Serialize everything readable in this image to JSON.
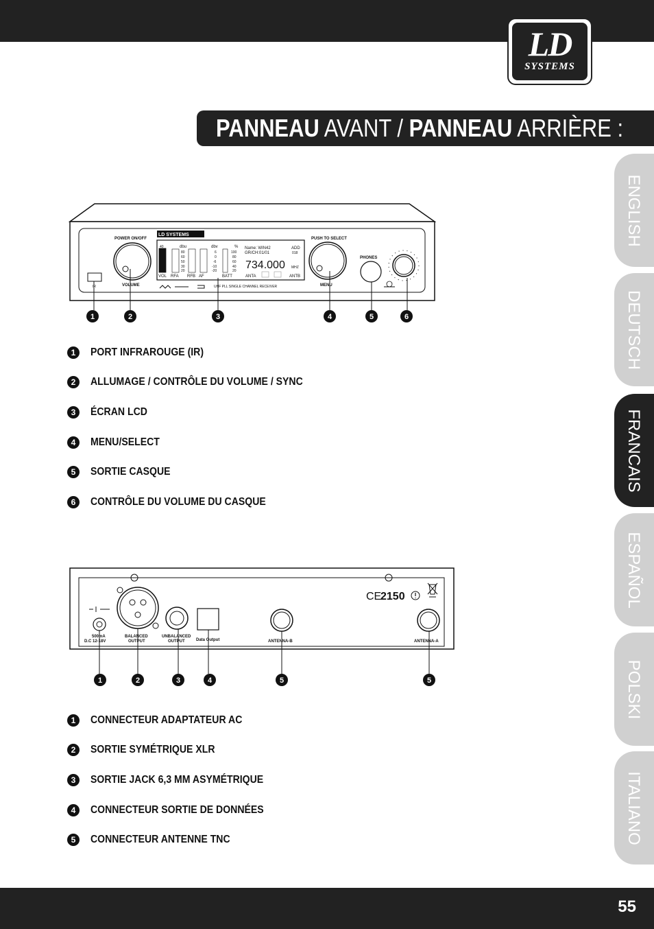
{
  "brand": {
    "logo_main": "LD",
    "logo_sub": "SYSTEMS"
  },
  "title": {
    "bold1": "PANNEAU",
    "light1": " AVANT / ",
    "bold2": "PANNEAU",
    "light2": " ARRIÈRE :"
  },
  "tabs": [
    {
      "label": "ENGLISH",
      "active": false
    },
    {
      "label": "DEUTSCH",
      "active": false
    },
    {
      "label": "FRANCAIS",
      "active": true
    },
    {
      "label": "ESPAÑOL",
      "active": false
    },
    {
      "label": "POLSKI",
      "active": false
    },
    {
      "label": "ITALIANO",
      "active": false
    }
  ],
  "front_panel": {
    "power_label": "POWER ON/OFF",
    "volume_label": "VOLUME",
    "ir_label": "IR",
    "push_label": "PUSH TO SELECT",
    "menu_label": "MENU",
    "phones_label": "PHONES",
    "brand_badge": "LD SYSTEMS",
    "lcd": {
      "meter_top": "40",
      "dbu": "dbu",
      "dbv": "dbv",
      "pct": "%",
      "dbv_ticks": [
        "6",
        "0",
        "-6",
        "-10",
        "-20"
      ],
      "pct_ticks": [
        "100",
        "80",
        "60",
        "40",
        "20"
      ],
      "dbu_ticks": [
        "80",
        "60",
        "50",
        "30",
        "20"
      ],
      "name": "Name: WIN42",
      "grch": "GR/CH:01/01",
      "add": "ADD",
      "add_val": "018",
      "freq": "734.000",
      "unit": "MHZ",
      "vol": "VOL",
      "rfa": "RFA",
      "rfb": "RFB",
      "af": "AF",
      "batt": "BATT",
      "anta": "ANTA",
      "antb": "ANTB"
    },
    "model_text": "UHF PLL SINGLE CHANNEL RECEIVER",
    "callouts": [
      "1",
      "2",
      "3",
      "4",
      "5",
      "6"
    ]
  },
  "front_items": [
    {
      "num": "1",
      "text": "PORT INFRAROUGE (IR)"
    },
    {
      "num": "2",
      "text": "ALLUMAGE / CONTRÔLE DU VOLUME / SYNC"
    },
    {
      "num": "3",
      "text": "ÉCRAN LCD"
    },
    {
      "num": "4",
      "text": "MENU/SELECT"
    },
    {
      "num": "5",
      "text": "SORTIE CASQUE"
    },
    {
      "num": "6",
      "text": "CONTRÔLE DU VOLUME DU CASQUE"
    }
  ],
  "rear_panel": {
    "dc_label1": "500mA",
    "dc_label2": "D.C 12-18V",
    "balanced1": "BALANCED",
    "balanced2": "OUTPUT",
    "unbalanced1": "UNBALANCED",
    "unbalanced2": "OUTPUT",
    "data_output": "Data Output",
    "antenna_b": "ANTENNA-B",
    "antenna_a": "ANTENNA-A",
    "ce_mark": "CE",
    "ce_num": "2150",
    "callouts": [
      "1",
      "2",
      "3",
      "4",
      "5",
      "5"
    ]
  },
  "rear_items": [
    {
      "num": "1",
      "text": "CONNECTEUR ADAPTATEUR AC"
    },
    {
      "num": "2",
      "text": "SORTIE SYMÉTRIQUE XLR"
    },
    {
      "num": "3",
      "text": "SORTIE JACK 6,3 MM ASYMÉTRIQUE"
    },
    {
      "num": "4",
      "text": "CONNECTEUR SORTIE DE DONNÉES"
    },
    {
      "num": "5",
      "text": "CONNECTEUR ANTENNE TNC"
    }
  ],
  "page_number": "55"
}
